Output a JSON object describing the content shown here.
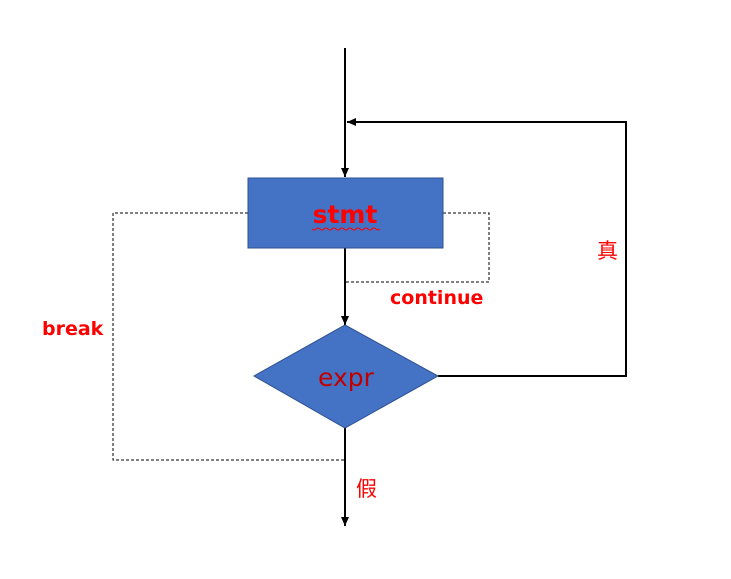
{
  "diagram": {
    "nodes": {
      "stmt": {
        "label": "stmt"
      },
      "expr": {
        "label": "expr"
      }
    },
    "edges": {
      "continue_label": "continue",
      "break_label": "break",
      "true_label": "真",
      "false_label": "假"
    },
    "colors": {
      "node_fill": "#4472C4",
      "node_stroke": "#2F528F",
      "label_text": "#FF0000",
      "expr_text": "#C00000",
      "line": "#000000"
    }
  }
}
